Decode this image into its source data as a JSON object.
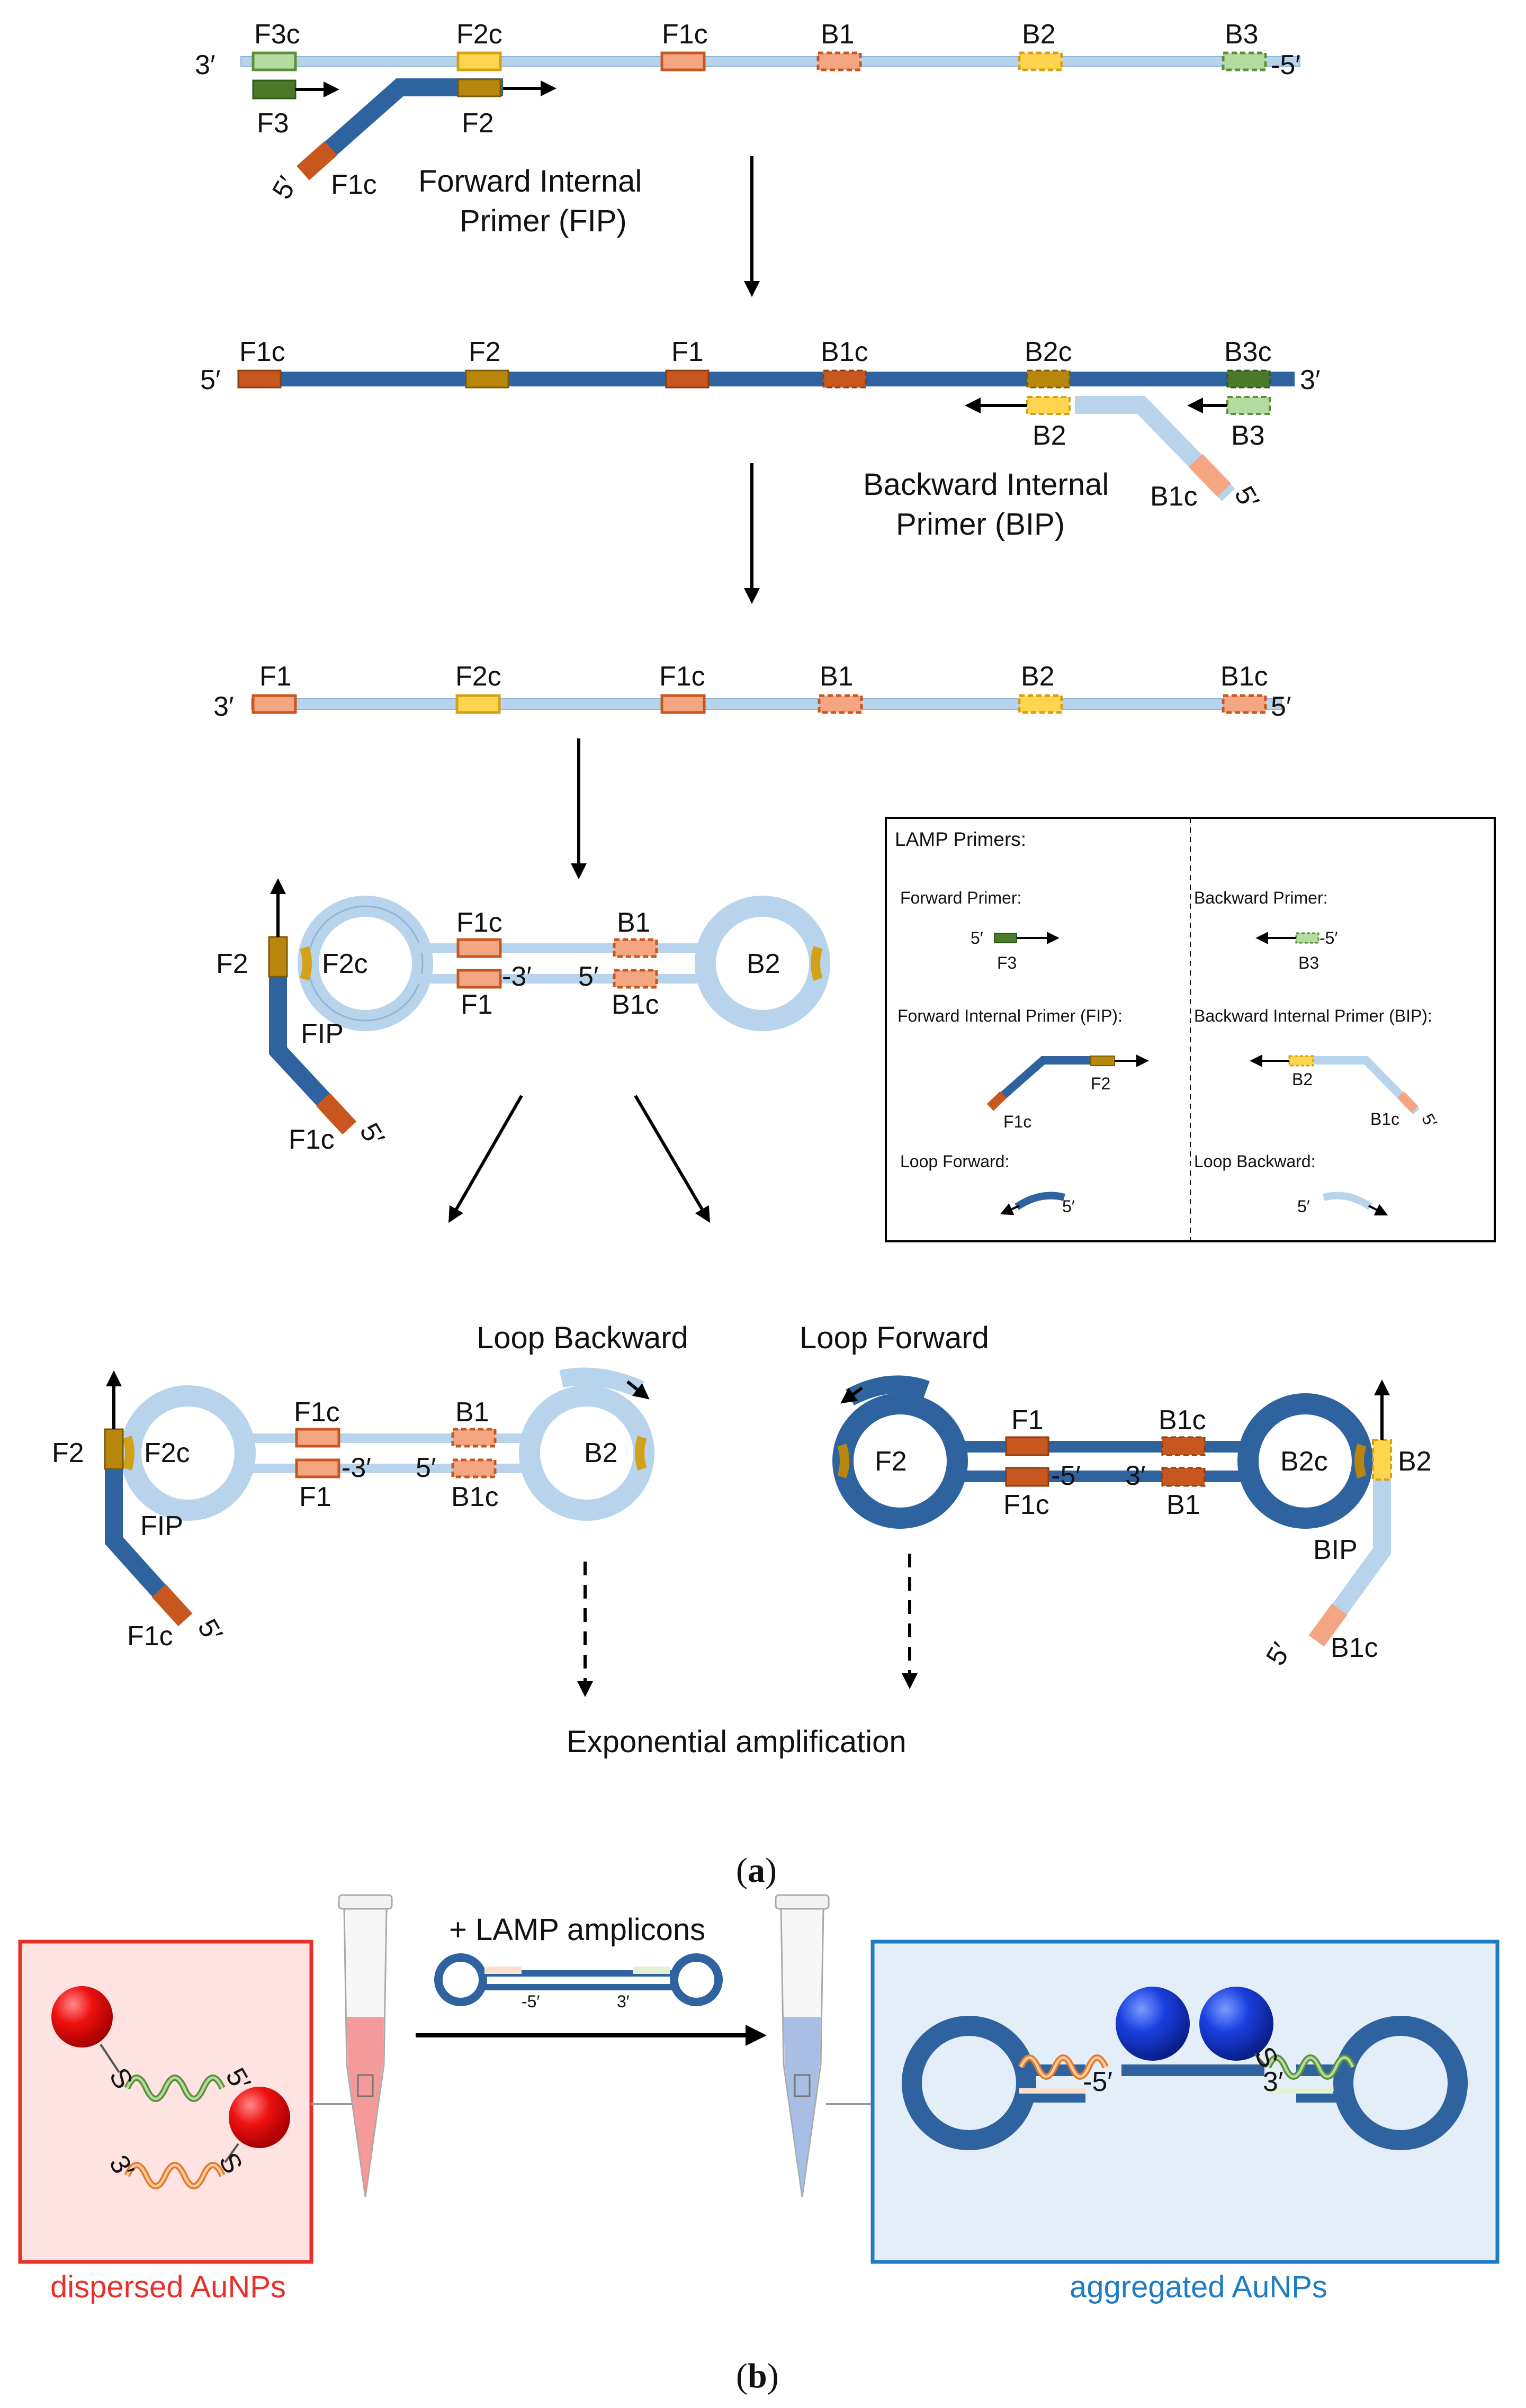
{
  "strand1": {
    "end_left": "3′",
    "end_right": "-5′",
    "labels": [
      "F3c",
      "F2c",
      "F1c",
      "B1",
      "B2",
      "B3"
    ],
    "primer_f3": "F3",
    "primer_f2": "F2",
    "primer_f1c": "F1c",
    "primer_five": "5′",
    "fip_label_1": "Forward Internal",
    "fip_label_2": "Primer (FIP)"
  },
  "strand2": {
    "end_left": "5′",
    "end_right": "3′",
    "labels": [
      "F1c",
      "F2",
      "F1",
      "B1c",
      "B2c",
      "B3c"
    ],
    "primer_b2": "B2",
    "primer_b3": "B3",
    "primer_b1c": "B1c",
    "primer_five": "5′",
    "bip_label_1": "Backward Internal",
    "bip_label_2": "Primer (BIP)"
  },
  "strand3": {
    "end_left": "3′",
    "end_right": "5′",
    "labels": [
      "F1",
      "F2c",
      "F1c",
      "B1",
      "B2",
      "B1c"
    ]
  },
  "dumbbell": {
    "f2": "F2",
    "f2c": "F2c",
    "f1c": "F1c",
    "f1": "F1",
    "three": "-3′",
    "five": "5′",
    "b1": "B1",
    "b1c": "B1c",
    "b2": "B2",
    "fip": "FIP",
    "f1c_tail": "F1c",
    "tail_five": "5′"
  },
  "legend": {
    "title": "LAMP Primers:",
    "forward_primer": "Forward Primer:",
    "backward_primer": "Backward Primer:",
    "f3": "F3",
    "b3": "B3",
    "f3_five": "5′",
    "b3_five": "-5′",
    "fip": "Forward Internal Primer (FIP):",
    "bip": "Backward Internal Primer (BIP):",
    "fip_f2": "F2",
    "fip_f1c": "F1c",
    "bip_b2": "B2",
    "bip_b1c": "B1c",
    "bip_five": "5′",
    "loop_forward": "Loop Forward:",
    "loop_backward": "Loop Backward:",
    "lf_five": "5′",
    "lb_five": "5′"
  },
  "left_structure": {
    "loop_backward": "Loop Backward",
    "f2": "F2",
    "f2c": "F2c",
    "f1c": "F1c",
    "f1": "F1",
    "three": "-3′",
    "five": "5′",
    "b1": "B1",
    "b1c": "B1c",
    "b2": "B2",
    "fip": "FIP",
    "f1c_tail": "F1c",
    "tail_five": "5′"
  },
  "right_structure": {
    "loop_forward": "Loop Forward",
    "f2": "F2",
    "f1": "F1",
    "f1c": "F1c",
    "five": "-5′",
    "three": "3′",
    "b1c": "B1c",
    "b1": "B1",
    "b2c": "B2c",
    "b2": "B2",
    "bip": "BIP",
    "b1c_tail": "B1c",
    "tail_five": "5′"
  },
  "exponential": "Exponential amplification",
  "panel_a": {
    "open": "(",
    "letter": "a",
    "close": ")"
  },
  "panel_b": {
    "open": "(",
    "letter": "b",
    "close": ")"
  },
  "assay": {
    "lamp_amplicons": "+ LAMP amplicons",
    "amp_five": "-5′",
    "amp_three": "3′",
    "dispersed": "dispersed AuNPs",
    "aggregated": "aggregated AuNPs",
    "probe_s": "S",
    "probe_five": "5′",
    "probe_three": "3′",
    "agg_five": "-5′",
    "agg_three": "3′"
  },
  "colors": {
    "dark_strand": "#2e63a0",
    "light_strand": "#b7d4ec",
    "f3_green": "#5b8f3a",
    "f2_gold": "#b8860b",
    "f1_orange": "#c8571f",
    "pale_yellow": "#ffd54f",
    "pale_orange": "#f4a582",
    "red_panel": "#ffe2e2",
    "blue_panel": "#e3eef8",
    "red_text": "#e8302a",
    "blue_text": "#1f7bc2"
  }
}
